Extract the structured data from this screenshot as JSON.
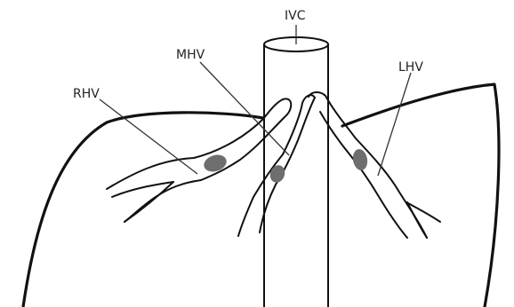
{
  "labels": {
    "ivc": "IVC",
    "mhv": "MHV",
    "rhv": "RHV",
    "lhv": "LHV"
  },
  "colors": {
    "outline": "#111111",
    "spot": "#6e6e6e",
    "background": "#ffffff"
  }
}
